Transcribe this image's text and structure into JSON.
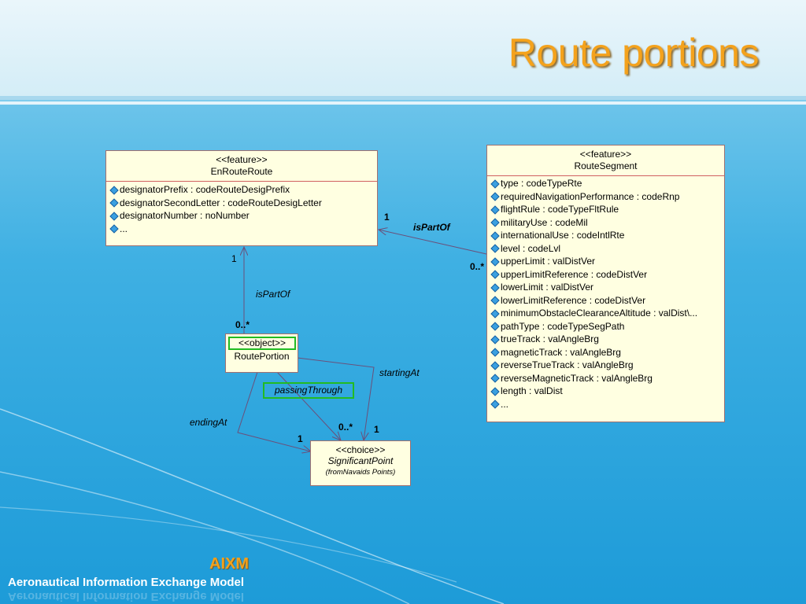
{
  "slide": {
    "title": "Route portions"
  },
  "enroute": {
    "stereotype": "<<feature>>",
    "name": "EnRouteRoute",
    "attributes": [
      "designatorPrefix : codeRouteDesigPrefix",
      "designatorSecondLetter : codeRouteDesigLetter",
      "designatorNumber : noNumber",
      "..."
    ]
  },
  "segment": {
    "stereotype": "<<feature>>",
    "name": "RouteSegment",
    "attributes": [
      "type : codeTypeRte",
      "requiredNavigationPerformance : codeRnp",
      "flightRule : codeTypeFltRule",
      "militaryUse : codeMil",
      "internationalUse : codeIntlRte",
      "level : codeLvl",
      "upperLimit : valDistVer",
      "upperLimitReference : codeDistVer",
      "lowerLimit : valDistVer",
      "lowerLimitReference : codeDistVer",
      "minimumObstacleClearanceAltitude : valDist\\...",
      "pathType : codeTypeSegPath",
      "trueTrack : valAngleBrg",
      "magneticTrack : valAngleBrg",
      "reverseTrueTrack : valAngleBrg",
      "reverseMagneticTrack : valAngleBrg",
      "length : valDist",
      "..."
    ]
  },
  "portion": {
    "stereotype": "<<object>>",
    "name": "RoutePortion"
  },
  "point": {
    "stereotype": "<<choice>>",
    "name": "SignificantPoint",
    "note": "(fromNavaids Points)"
  },
  "associations": {
    "seg_role": "isPartOf",
    "seg_mult_route": "1",
    "seg_mult_segment": "0..*",
    "portion_role": "isPartOf",
    "portion_mult_route": "1",
    "portion_mult_portion": "0..*",
    "starting_role": "startingAt",
    "starting_mult": "1",
    "passing_role": "passingThrough",
    "passing_mult": "0..*",
    "ending_role": "endingAt",
    "ending_mult": "1"
  },
  "footer": {
    "brand": "AIXM",
    "subtitle": "Aeronautical Information Exchange Model"
  }
}
